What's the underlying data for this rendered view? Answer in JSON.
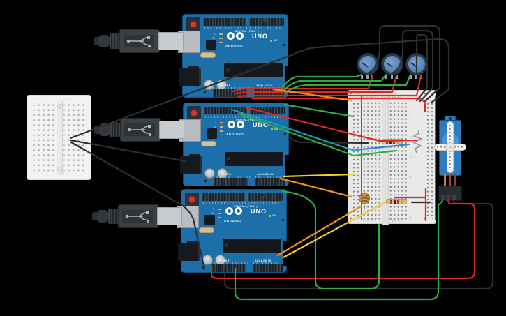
{
  "scene": {
    "background_color": "#000000"
  },
  "arduino": {
    "brand": "ARDUINO",
    "model": "UNO",
    "labels": {
      "digital": "DIGITAL (PWM~)",
      "power": "POWER",
      "analog_in": "ANALOG IN",
      "on": "ON",
      "led_l": "L",
      "led_tx": "TX",
      "led_rx": "RX"
    }
  },
  "breadboard_large": {
    "labels": {
      "columns_left": "a b c d e",
      "columns_right": "f g h i j",
      "plus": "+",
      "minus": "-"
    },
    "row_numbers": [
      "1",
      "5",
      "10",
      "15",
      "20",
      "25",
      "30"
    ]
  },
  "breadboard_small": {
    "labels": {
      "columns_left": "a b c d e",
      "columns_right": "f g h i j"
    }
  },
  "components": {
    "arduino_boards": 3,
    "usb_cables": 3,
    "potentiometers": 3,
    "breadboards": 2,
    "micro_servo": 1,
    "resistors": 2,
    "photoresistor": 1
  },
  "colors": {
    "wire_red": "#d92b1f",
    "wire_green": "#2fae43",
    "wire_black": "#2f2f2f",
    "wire_orange": "#ef8f1d",
    "wire_yellow": "#f2cf2a",
    "wire_cyan": "#1a9fb5",
    "wire_blue": "#2b87d8",
    "arduino_pcb": "#1d6fa9",
    "breadboard_body": "#e9e9e7",
    "potentiometer_face": "#5d89c0",
    "servo_body": "#2f7fc1",
    "photoresistor_body": "#cf8f4f",
    "resistor_body": "#dcbc7e"
  }
}
